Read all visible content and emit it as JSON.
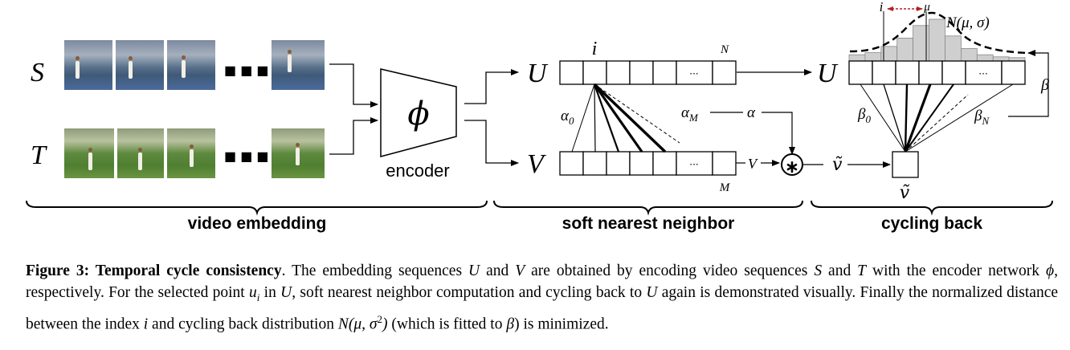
{
  "figure": {
    "seq_labels": {
      "s": "S",
      "t": "T"
    },
    "ellipsis": "■ ■ ■",
    "encoder": {
      "symbol": "ϕ",
      "label": "encoder"
    },
    "snn": {
      "u_label": "U",
      "v_label": "V",
      "index_label": "i",
      "n_label": "N",
      "m_label": "M",
      "cell_dots": "···",
      "alpha0": "α",
      "alpha0_sub": "0",
      "alphaM": "α",
      "alphaM_sub": "M",
      "alpha": "α",
      "v_line": "V",
      "conv_symbol": "∗",
      "vtilde": "ṽ"
    },
    "cycle": {
      "u_label": "U",
      "i_label": "i",
      "mu_label": "μ",
      "gaussian_label": "N(μ, σ)",
      "beta": "β",
      "beta0": "β",
      "beta0_sub": "0",
      "betaN": "β",
      "betaN_sub": "N",
      "cell_dots": "···",
      "vtilde": "ṽ",
      "histogram": [
        0.15,
        0.2,
        0.35,
        0.55,
        0.85,
        1.0,
        0.6,
        0.3,
        0.15,
        0.1,
        0.08
      ],
      "colors": {
        "hist_fill": "#cfcfcf",
        "hist_stroke": "#888888",
        "arrow_red": "#b22222"
      }
    },
    "brackets": {
      "video_embedding": "video embedding",
      "soft_nearest_neighbor": "soft nearest neighbor",
      "cycling_back": "cycling back"
    }
  },
  "caption": {
    "title": "Figure 3: Temporal cycle consistency",
    "p1": ". The embedding sequences ",
    "U1": "U",
    "p2": " and ",
    "V1": "V",
    "p3": " are obtained by encoding video sequences ",
    "S1": "S",
    "p4": " and ",
    "T1": "T",
    "p5": " with the encoder network ",
    "phi": "ϕ",
    "p6": ", respectively. For the selected point ",
    "ui": "u",
    "ui_sub": "i",
    "p7": " in ",
    "U2": "U",
    "p8": ", soft nearest neighbor computation and cycling back to ",
    "U3": "U",
    "p9": " again is demonstrated visually. Finally the normalized distance between the index ",
    "i": "i",
    "p10": " and cycling back distribution ",
    "dist": "N(μ, σ",
    "dist_sup": "2",
    "dist_end": ")",
    "p11": " (which is fitted to ",
    "beta": "β",
    "p12": ") is minimized."
  }
}
